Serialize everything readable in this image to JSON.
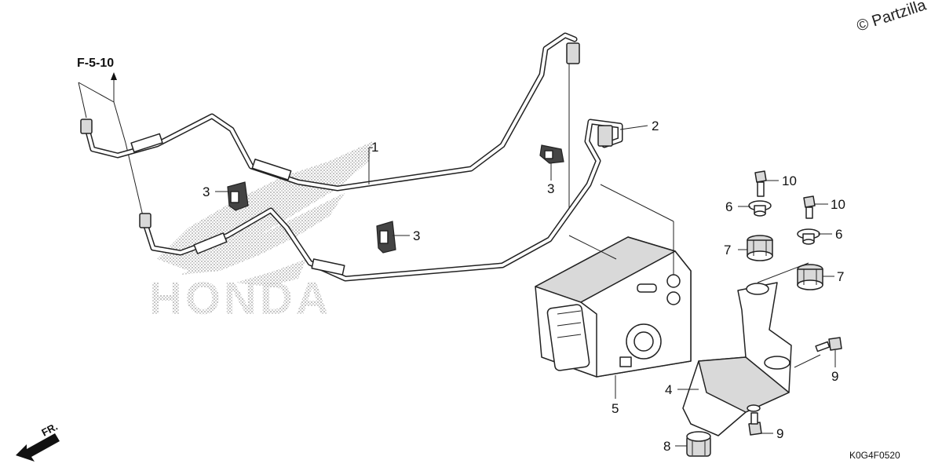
{
  "diagram": {
    "reference": "F-5-10",
    "diagram_code": "K0G4F0520",
    "copyright": "© Partzilla",
    "direction_label": "FR.",
    "watermark": "HONDA",
    "callouts": [
      {
        "id": "c1",
        "label": "1"
      },
      {
        "id": "c2",
        "label": "2"
      },
      {
        "id": "c3a",
        "label": "3"
      },
      {
        "id": "c3b",
        "label": "3"
      },
      {
        "id": "c3c",
        "label": "3"
      },
      {
        "id": "c4",
        "label": "4"
      },
      {
        "id": "c5",
        "label": "5"
      },
      {
        "id": "c6a",
        "label": "6"
      },
      {
        "id": "c6b",
        "label": "6"
      },
      {
        "id": "c7a",
        "label": "7"
      },
      {
        "id": "c7b",
        "label": "7"
      },
      {
        "id": "c8",
        "label": "8"
      },
      {
        "id": "c9a",
        "label": "9"
      },
      {
        "id": "c9b",
        "label": "9"
      },
      {
        "id": "c10a",
        "label": "10"
      },
      {
        "id": "c10b",
        "label": "10"
      }
    ]
  }
}
